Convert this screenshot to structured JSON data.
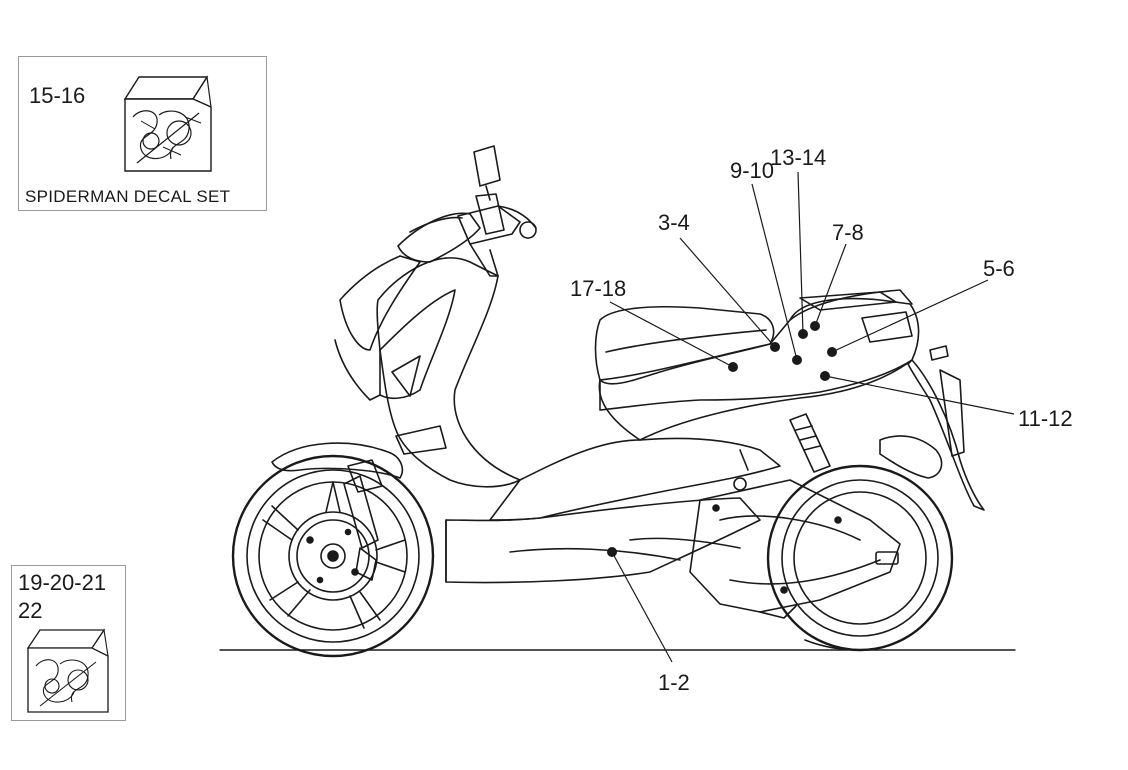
{
  "decal_set_box": {
    "code": "15-16",
    "caption": "SPIDERMAN DECAL SET"
  },
  "kit_box": {
    "code_line1": "19-20-21",
    "code_line2": "22"
  },
  "callouts": [
    {
      "id": "c12",
      "label": "1-2"
    },
    {
      "id": "c34",
      "label": "3-4"
    },
    {
      "id": "c56",
      "label": "5-6"
    },
    {
      "id": "c78",
      "label": "7-8"
    },
    {
      "id": "c910",
      "label": "9-10"
    },
    {
      "id": "c1112",
      "label": "11-12"
    },
    {
      "id": "c1314",
      "label": "13-14"
    },
    {
      "id": "c1718",
      "label": "17-18"
    }
  ],
  "colors": {
    "line": "#1a1a1a",
    "box_border": "#9a9a9a",
    "background": "#ffffff"
  }
}
